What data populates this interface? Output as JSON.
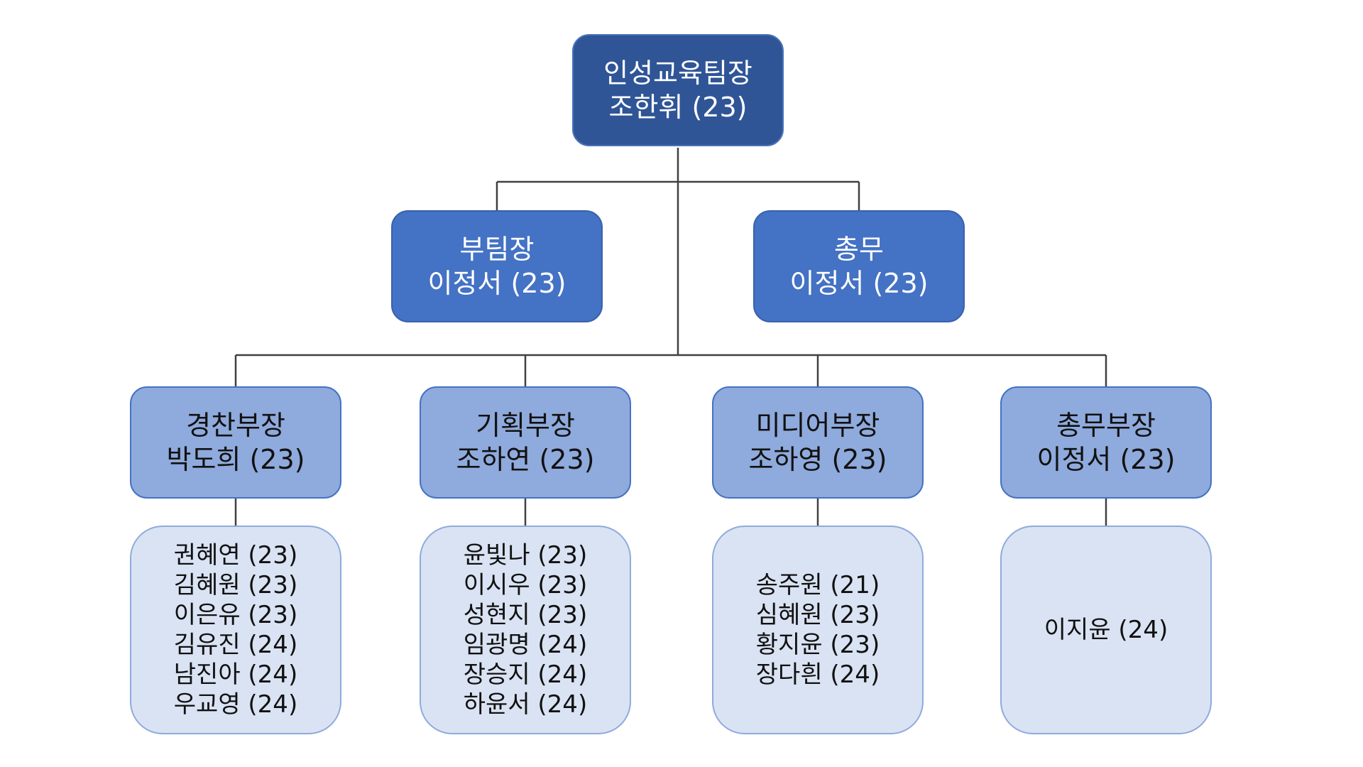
{
  "org_chart": {
    "head": {
      "role": "인성교육팀장",
      "name": "조한휘 (23)"
    },
    "deputies": [
      {
        "role": "부팀장",
        "name": "이정서 (23)"
      },
      {
        "role": "총무",
        "name": "이정서 (23)"
      }
    ],
    "departments": [
      {
        "role": "경찬부장",
        "name": "박도희 (23)",
        "members": [
          "권혜연 (23)",
          "김혜원 (23)",
          "이은유 (23)",
          "김유진 (24)",
          "남진아 (24)",
          "우교영 (24)"
        ]
      },
      {
        "role": "기획부장",
        "name": "조하연 (23)",
        "members": [
          "윤빛나 (23)",
          "이시우 (23)",
          "성현지 (23)",
          "임광명 (24)",
          "장승지 (24)",
          "하윤서 (24)"
        ]
      },
      {
        "role": "미디어부장",
        "name": "조하영 (23)",
        "members": [
          "송주원 (21)",
          "심혜원 (23)",
          "황지윤 (23)",
          "장다흰 (24)"
        ]
      },
      {
        "role": "총무부장",
        "name": "이정서 (23)",
        "members": [
          "이지윤 (24)"
        ]
      }
    ]
  },
  "colors": {
    "head_fill": "#2f5597",
    "deputy_fill": "#4472c4",
    "department_fill": "#8faadc",
    "member_fill": "#dae3f3",
    "connector": "#404040"
  }
}
